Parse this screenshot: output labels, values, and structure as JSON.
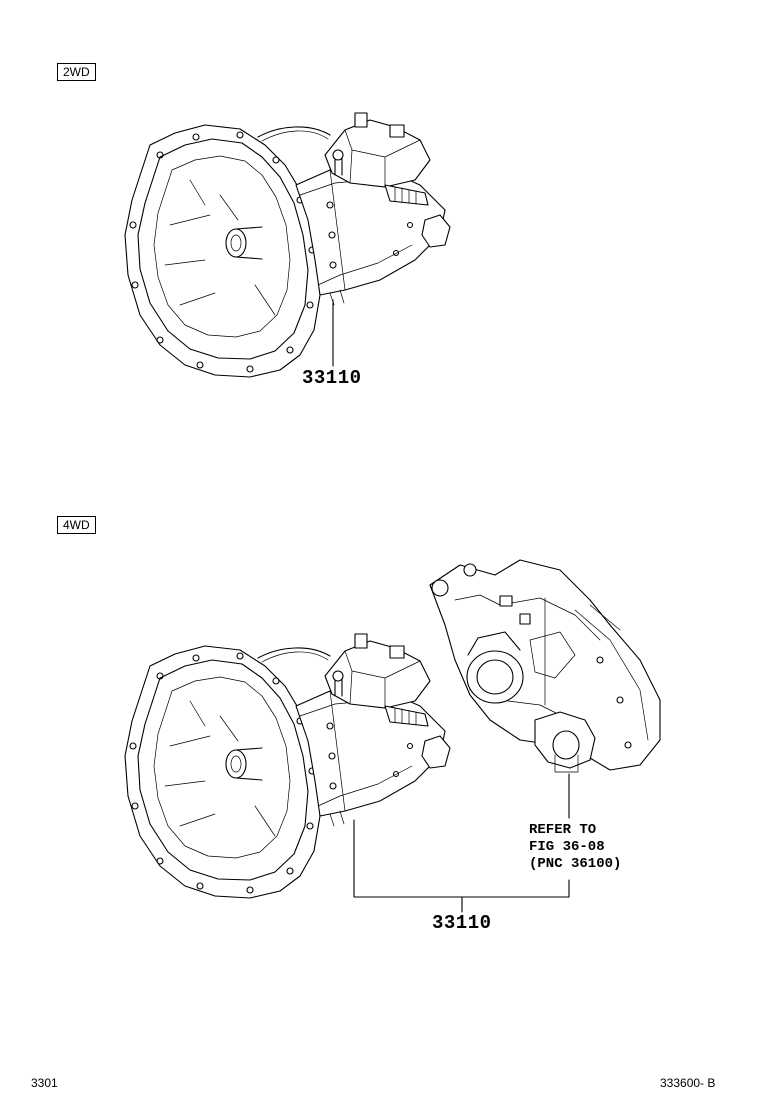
{
  "sections": {
    "twowd": {
      "label": "2WD",
      "part_number": "33110"
    },
    "fourwd": {
      "label": "4WD",
      "part_number": "33110",
      "refer_lines": [
        "REFER TO",
        "FIG 36-08",
        "(PNC 36100)"
      ]
    }
  },
  "footer": {
    "left": "3301",
    "right": "333600- B"
  }
}
